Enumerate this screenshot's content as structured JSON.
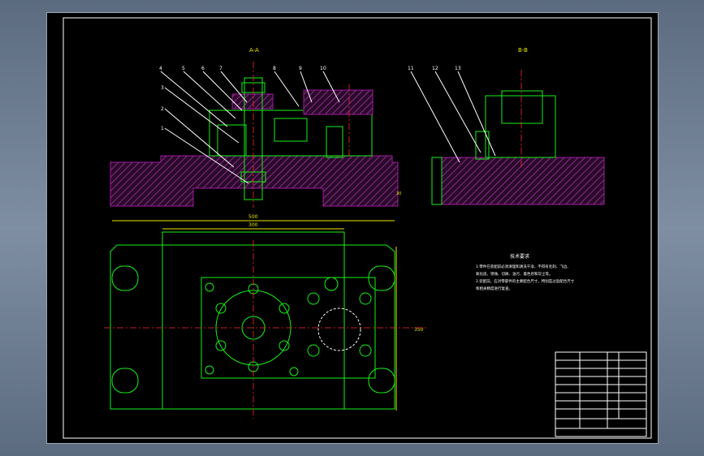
{
  "drawing": {
    "section_labels": [
      "A-A",
      "B-B"
    ],
    "part_numbers": [
      "1",
      "2",
      "3",
      "4",
      "5",
      "6",
      "7",
      "8",
      "9",
      "10",
      "11",
      "12",
      "13"
    ],
    "dimensions": {
      "overall_width": "500",
      "inner_width": "300",
      "right_height": "350",
      "base_thickness": "30"
    },
    "tech_requirements": {
      "title": "技术要求",
      "lines": [
        "1.零件在装配前必须清理和清洗干净，不得有毛刺、飞边、",
        "氧化皮、锈蚀、切屑、油污、着色剂和灰尘等。",
        "2.装配前，应对零部件的主要配合尺寸，特别是过盈配合尺寸",
        "和相关精度进行复查。"
      ]
    }
  },
  "colors": {
    "outline": "#16f016",
    "leader": "#ffffff",
    "dimension": "#e8e800",
    "centerline": "#ff2a2a",
    "section": "#a01aa0"
  }
}
